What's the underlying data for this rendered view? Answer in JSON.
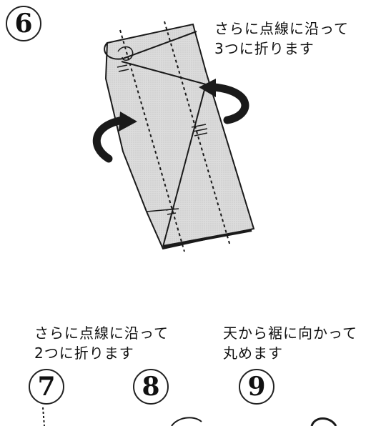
{
  "steps": [
    {
      "number": "6",
      "caption_lines": [
        "さらに点線に沿って",
        "3つに折ります"
      ]
    },
    {
      "number": "7",
      "caption_lines": [
        "さらに点線に沿って",
        "2つに折ります"
      ]
    },
    {
      "number": "8",
      "caption_lines": []
    },
    {
      "number": "9",
      "caption_lines": [
        "天から裾に向かって",
        "丸めます"
      ]
    }
  ],
  "colors": {
    "paper": "#d8d8d8",
    "ink": "#1a1a1a",
    "background": "#ffffff"
  },
  "icons": [
    "curved-fold-arrow-icon",
    "curved-fold-arrow-icon"
  ]
}
